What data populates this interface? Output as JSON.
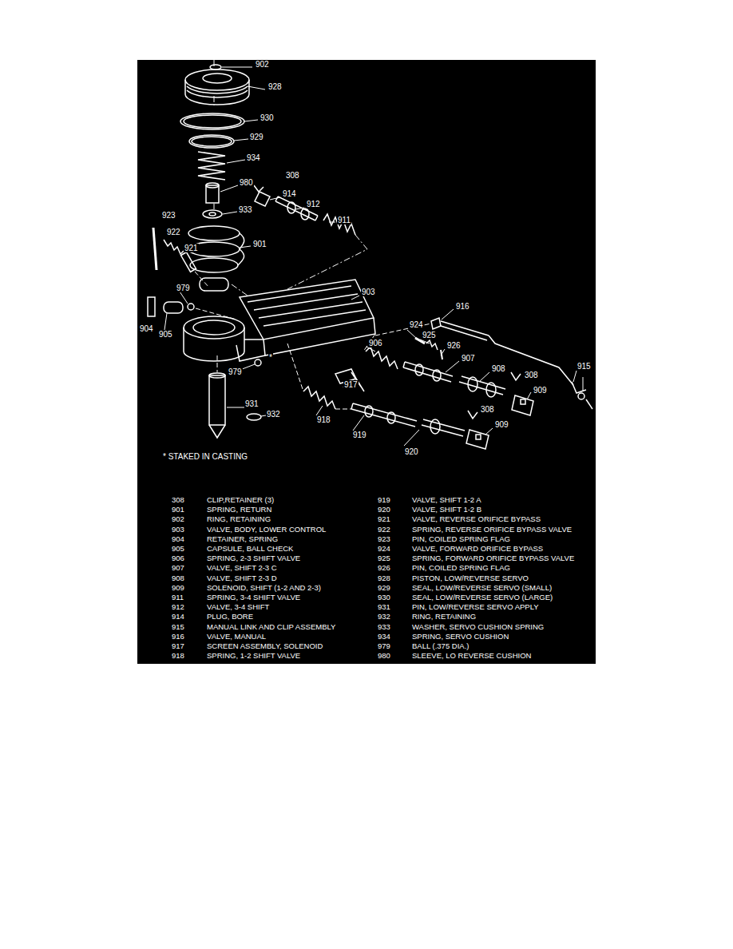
{
  "diagram": {
    "labels": [
      "902",
      "928",
      "930",
      "929",
      "934",
      "308",
      "980",
      "914",
      "933",
      "912",
      "923",
      "911",
      "922",
      "921",
      "901",
      "903",
      "979",
      "916",
      "904",
      "905",
      "924",
      "925",
      "906",
      "926",
      "907",
      "915",
      "*",
      "917",
      "908",
      "308",
      "979",
      "909",
      "931",
      "918",
      "308",
      "932",
      "919",
      "909",
      "920",
      "* STAKED IN CASTING",
      "308",
      "CLIP,RETAINER (3)",
      "919",
      "VALVE, SHIFT 1-2 A",
      "901",
      "SPRING, RETURN",
      "920",
      "VALVE, SHIFT 1-2 B",
      "902",
      "RING, RETAINING",
      "921",
      "VALVE, REVERSE ORIFICE BYPASS",
      "903",
      "VALVE, BODY, LOWER CONTROL",
      "922",
      "SPRING, REVERSE ORIFICE BYPASS VALVE",
      "904",
      "RETAINER, SPRING",
      "923",
      "PIN, COILED SPRING FLAG",
      "905",
      "CAPSULE, BALL CHECK",
      "924",
      "VALVE, FORWARD ORIFICE BYPASS",
      "906",
      "SPRING, 2-3 SHIFT VALVE",
      "925",
      "SPRING, FORWARD ORIFICE BYPASS VALVE",
      "907",
      "VALVE, SHIFT 2-3 C",
      "926",
      "PIN, COILED SPRING FLAG",
      "908",
      "VALVE, SHIFT 2-3 D",
      "928",
      "PISTON, LOW/REVERSE SERVO",
      "909",
      "SOLENOID, SHIFT (1-2 AND 2-3)",
      "929",
      "SEAL, LOW/REVERSE SERVO (SMALL)",
      "911",
      "SPRING, 3-4 SHIFT VALVE",
      "930",
      "SEAL, LOW/REVERSE SERVO (LARGE)",
      "912",
      "VALVE, 3-4 SHIFT",
      "931",
      "PIN, LOW/REVERSE SERVO APPLY",
      "914",
      "PLUG, BORE",
      "932",
      "RING, RETAINING",
      "915",
      "MANUAL LINK AND CLIP ASSEMBLY",
      "933",
      "WASHER, SERVO CUSHION SPRING",
      "916",
      "VALVE, MANUAL",
      "934",
      "SPRING, SERVO CUSHION",
      "917",
      "SCREEN ASSEMBLY, SOLENOID",
      "979",
      "BALL (.375 DIA.)",
      "918",
      "SPRING, 1-2 SHIFT VALVE",
      "980",
      "SLEEVE, LO REVERSE CUSHION"
    ]
  }
}
